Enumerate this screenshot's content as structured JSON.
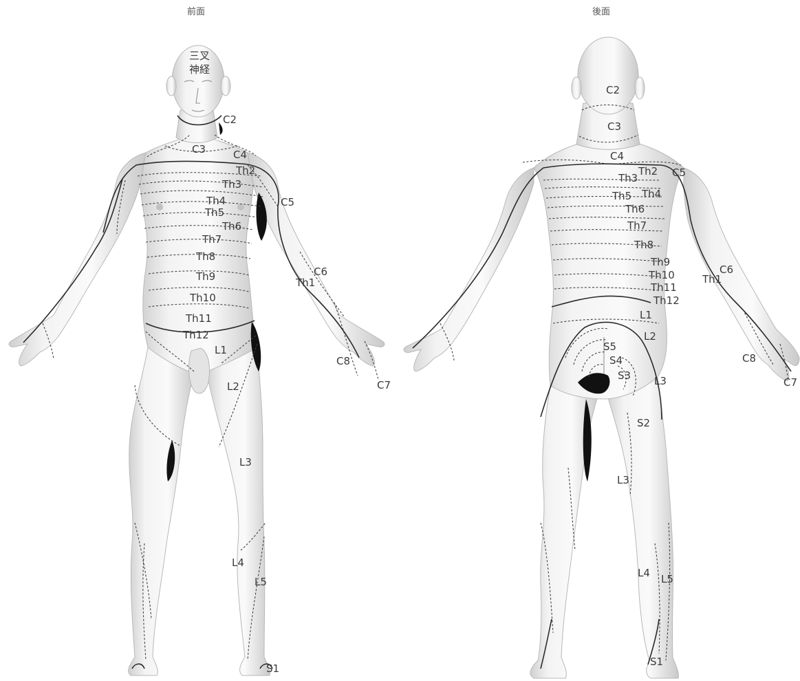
{
  "views": {
    "front": {
      "title": "前面"
    },
    "back": {
      "title": "後面"
    }
  },
  "front_labels": [
    "三叉",
    "神経",
    "C2",
    "C3",
    "C4",
    "Th2",
    "Th3",
    "Th4",
    "Th5",
    "C5",
    "Th6",
    "Th7",
    "Th8",
    "Th9",
    "C6",
    "Th1",
    "Th10",
    "Th11",
    "Th12",
    "L1",
    "C8",
    "L2",
    "C7",
    "L3",
    "L4",
    "L5",
    "S1"
  ],
  "back_labels": [
    "C2",
    "C3",
    "C4",
    "Th2",
    "C5",
    "Th3",
    "Th4",
    "Th5",
    "Th6",
    "Th7",
    "Th8",
    "Th9",
    "C6",
    "Th10",
    "Th1",
    "Th11",
    "Th12",
    "L1",
    "L2",
    "S5",
    "C8",
    "S4",
    "S3",
    "C7",
    "L3",
    "S2",
    "L3",
    "L4",
    "L5",
    "S1"
  ]
}
